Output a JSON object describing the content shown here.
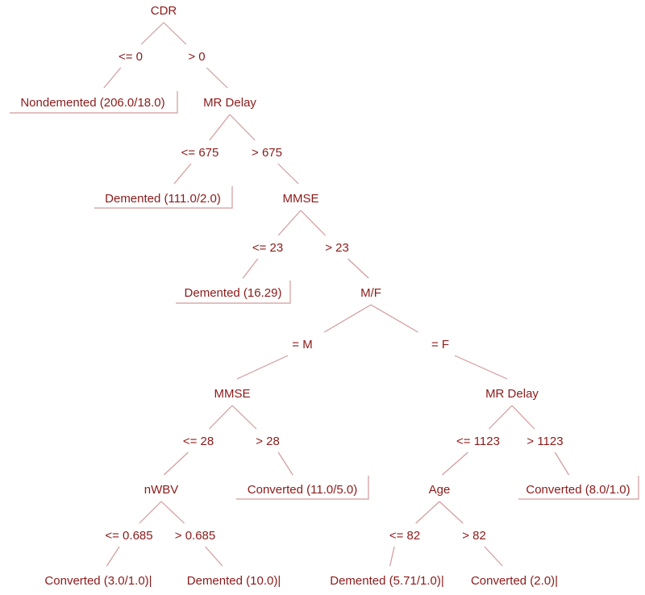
{
  "colors": {
    "text": "#8b1a1a",
    "line": "#d29a9a"
  },
  "nodes": {
    "n0": "CDR",
    "n1": "MR Delay",
    "n2": "MMSE",
    "n3": "M/F",
    "n4": "MMSE",
    "n5": "MR Delay",
    "n6": "nWBV",
    "n7": "Age",
    "l1": "Nondemented (206.0/18.0)",
    "l2": "Demented (111.0/2.0)",
    "l3": "Demented (16.29)",
    "l4": "Converted (11.0/5.0)",
    "l5": "Converted (8.0/1.0)",
    "l6": "Converted (3.0/1.0)|",
    "l7": "Demented (10.0)|",
    "l8": "Demented (5.71/1.0)|",
    "l9": "Converted (2.0)|"
  },
  "edges": {
    "e0a": "<= 0",
    "e0b": "> 0",
    "e1a": "<= 675",
    "e1b": "> 675",
    "e2a": "<= 23",
    "e2b": "> 23",
    "e3a": "= M",
    "e3b": "= F",
    "e4a": "<= 28",
    "e4b": "> 28",
    "e5a": "<= 1123",
    "e5b": "> 1123",
    "e6a": "<= 0.685",
    "e6b": "> 0.685",
    "e7a": "<= 82",
    "e7b": "> 82"
  }
}
